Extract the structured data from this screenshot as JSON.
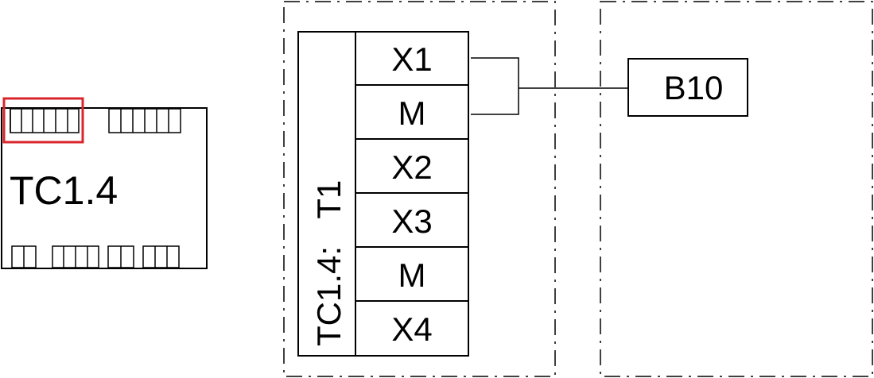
{
  "module": {
    "label": "TC1.4",
    "highlight_color": "#d9262c"
  },
  "terminal_block": {
    "label": "TC1.4:   T1",
    "terminals": [
      "X1",
      "M",
      "X2",
      "X3",
      "M",
      "X4"
    ]
  },
  "sensor": {
    "label": "B10"
  },
  "colors": {
    "line": "#000000",
    "background": "#ffffff"
  }
}
